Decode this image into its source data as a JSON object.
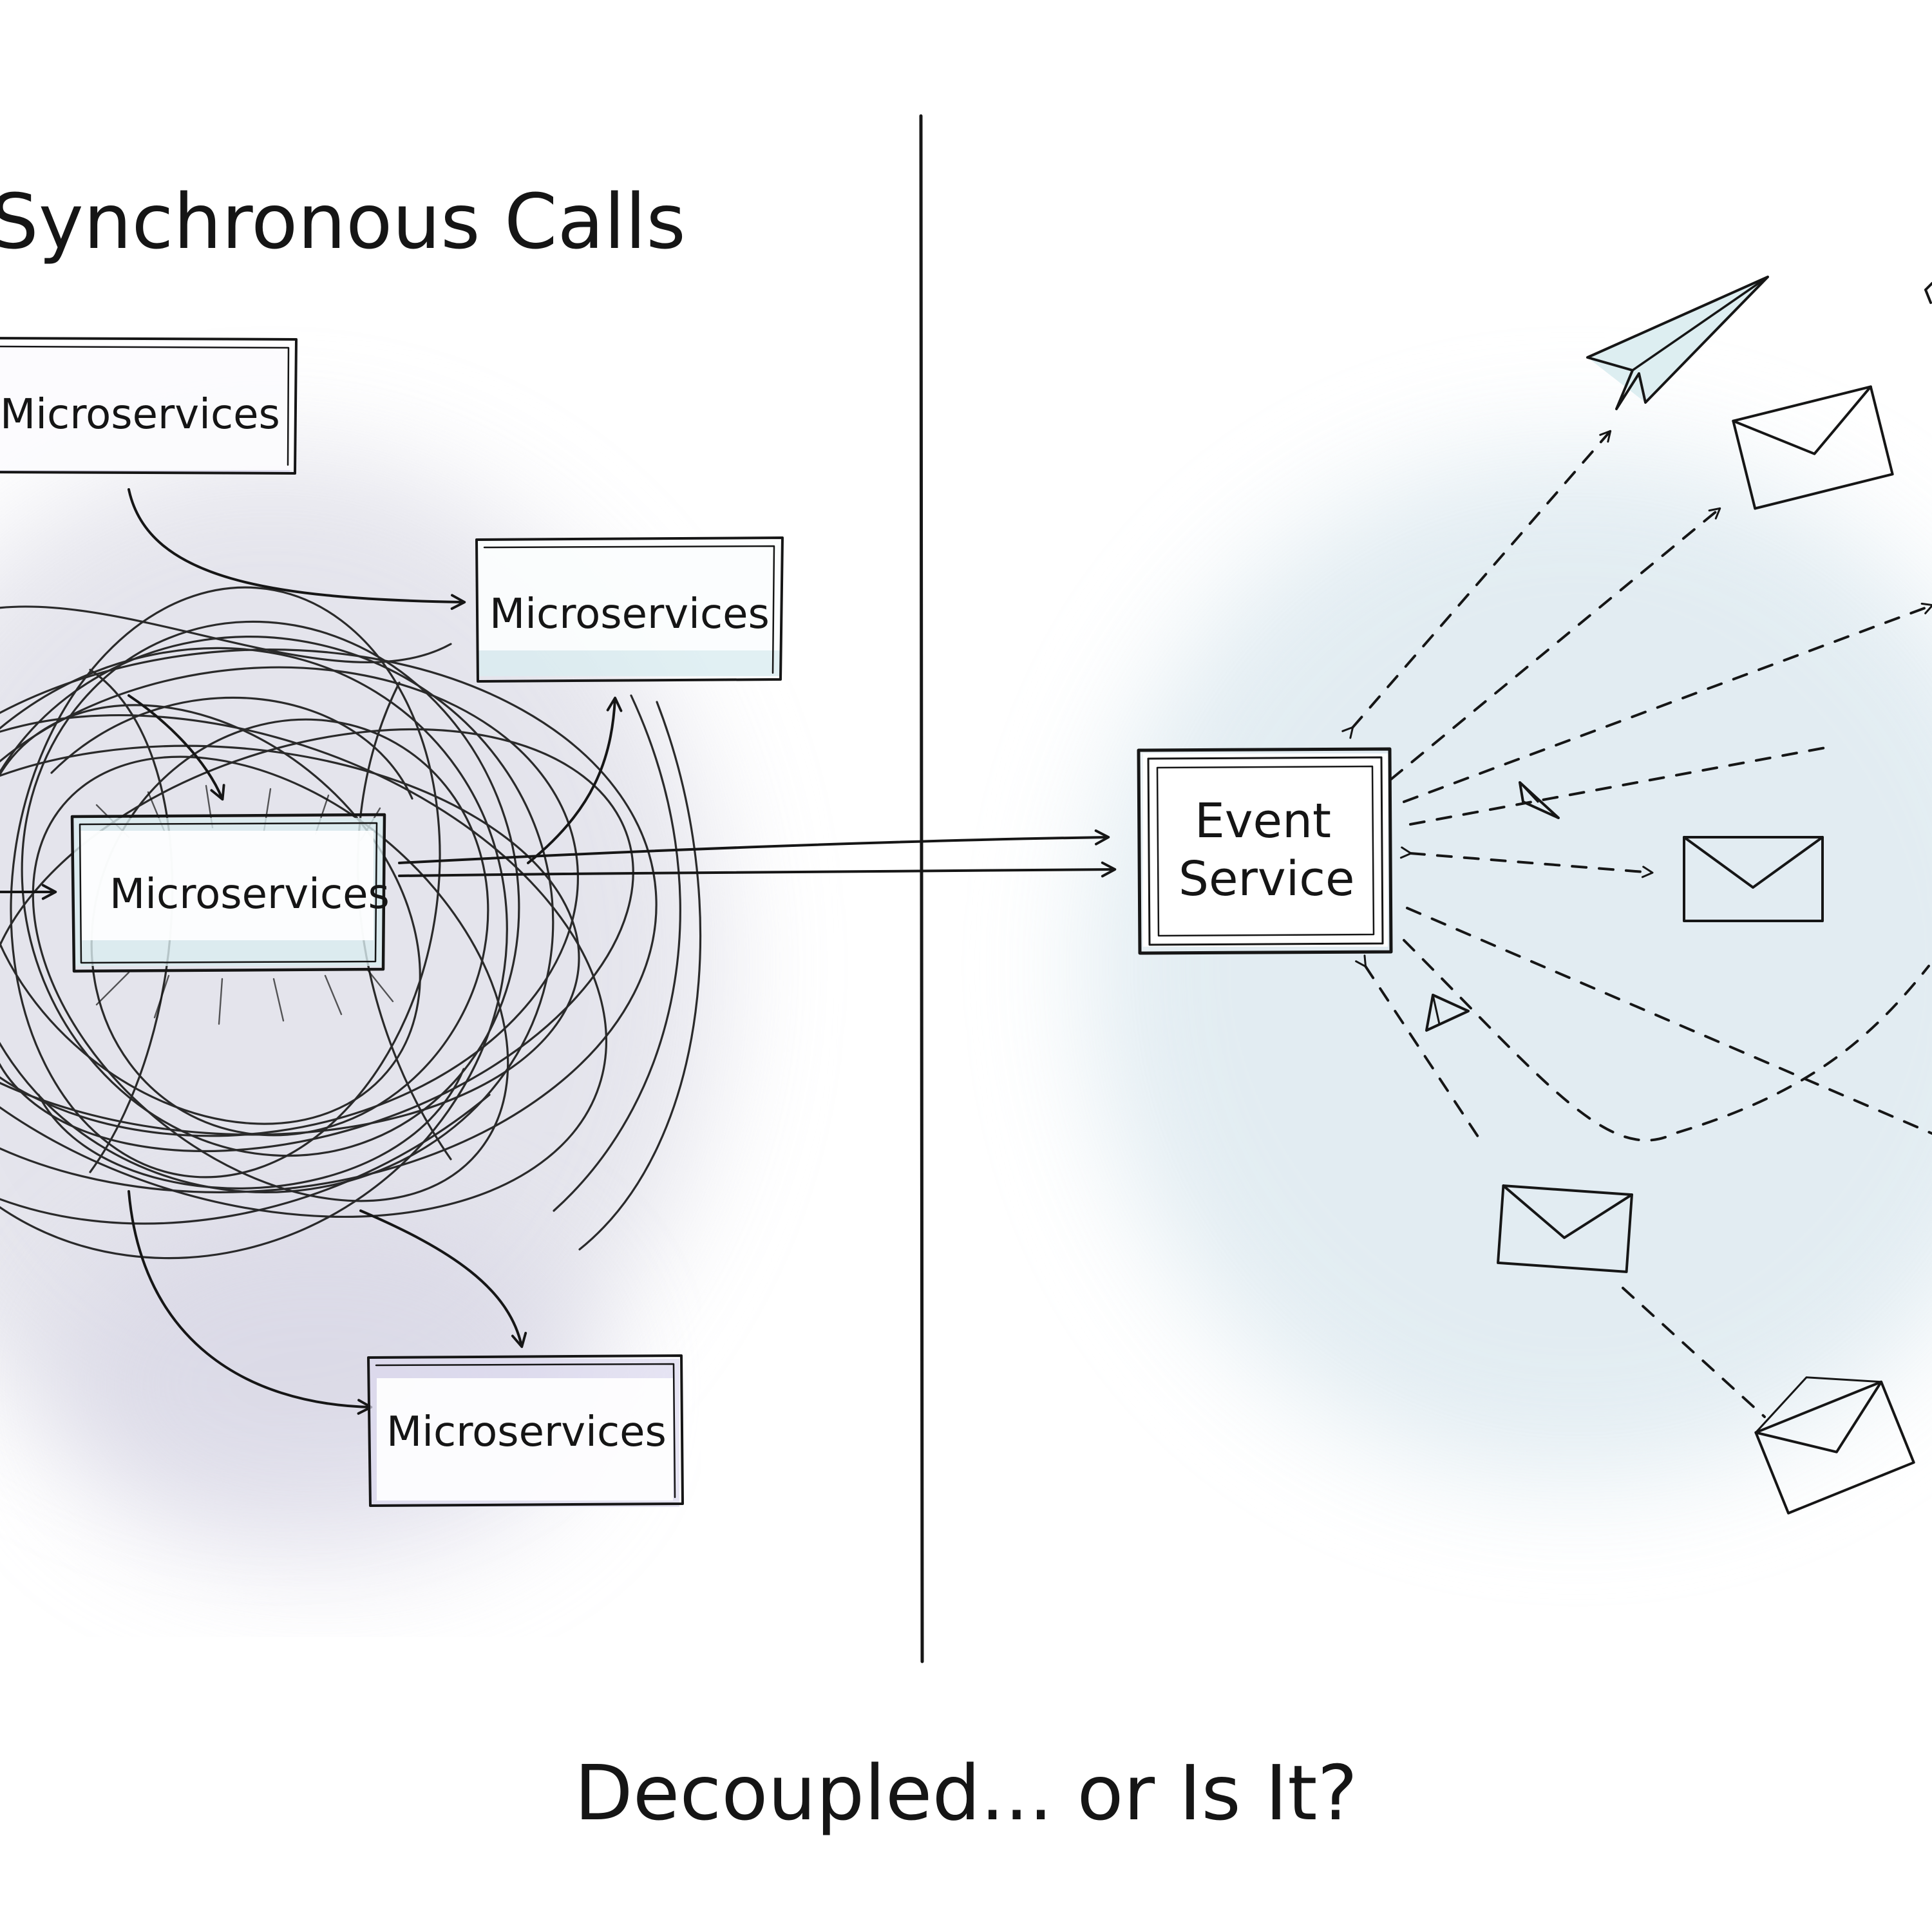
{
  "left_panel": {
    "title": "Synchronous Calls",
    "services": [
      {
        "label": "Microservices"
      },
      {
        "label": "Microservices"
      },
      {
        "label": "Microservices"
      },
      {
        "label": "Microservices"
      }
    ]
  },
  "right_panel": {
    "hub": {
      "line1": "Event",
      "line2": "Service"
    },
    "icons": [
      "paper-plane-icon",
      "envelope-icon",
      "envelope-icon",
      "envelope-icon",
      "envelope-icon",
      "paper-plane-icon",
      "paper-plane-icon"
    ]
  },
  "caption": "Decoupled... or Is It?",
  "colors": {
    "ink": "#161616",
    "left_wash": "#dcdce6",
    "right_wash": "#dbe8ef",
    "box_tint_purple": "#dcd8ee",
    "box_tint_blue": "#d9ecf0"
  }
}
